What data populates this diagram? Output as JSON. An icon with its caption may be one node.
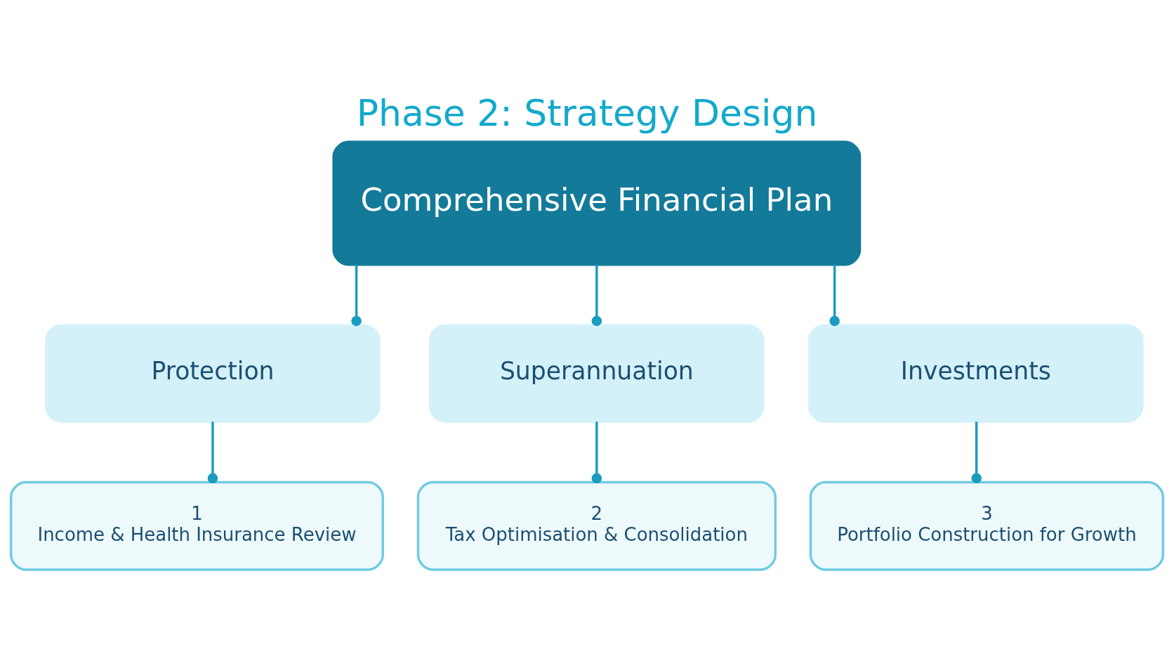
{
  "diagram": {
    "title": "Phase 2: Strategy Design",
    "nodes": [
      {
        "text": [
          "Comprehensive Financial Plan"
        ]
      },
      {
        "text": [
          "Protection"
        ]
      },
      {
        "text": [
          "Superannuation"
        ]
      },
      {
        "text": [
          "Investments"
        ]
      },
      {
        "text": [
          "1",
          "Income & Health Insurance Review"
        ]
      },
      {
        "text": [
          "2",
          "Tax Optimisation & Consolidation"
        ]
      },
      {
        "text": [
          "3",
          "Portfolio Construction for Growth"
        ]
      }
    ],
    "edges": [
      {
        "from": 0,
        "to": 1,
        "arrow": "other"
      },
      {
        "from": 0,
        "to": 2,
        "arrow": "other"
      },
      {
        "from": 0,
        "to": 3,
        "arrow": "other"
      },
      {
        "from": 1,
        "to": 4,
        "arrow": "other"
      },
      {
        "from": 2,
        "to": 5,
        "arrow": "other"
      },
      {
        "from": 3,
        "to": 6,
        "arrow": "other"
      }
    ]
  }
}
